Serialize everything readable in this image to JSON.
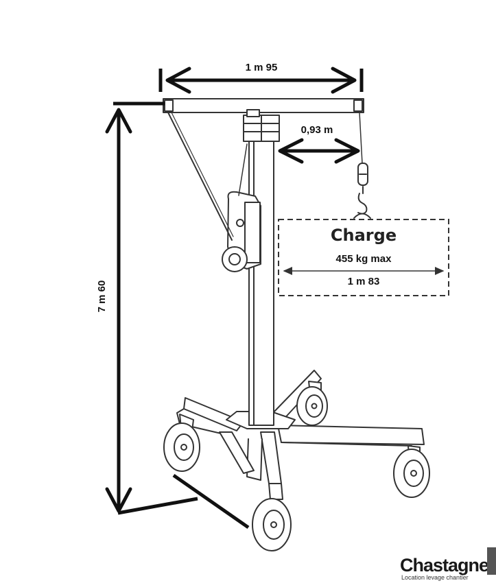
{
  "dimensions": {
    "width_top": "1 m 95",
    "height": "7 m 60",
    "reach": "0,93 m"
  },
  "charge": {
    "title": "Charge",
    "max_load": "455 kg max",
    "load_width": "1 m 83"
  },
  "logo": {
    "name": "Chastagner",
    "tagline": "Location levage chantier"
  },
  "colors": {
    "ink": "#111111",
    "line": "#333333",
    "logo_red": "#c8102e",
    "logo_dark": "#1a1a1a"
  }
}
